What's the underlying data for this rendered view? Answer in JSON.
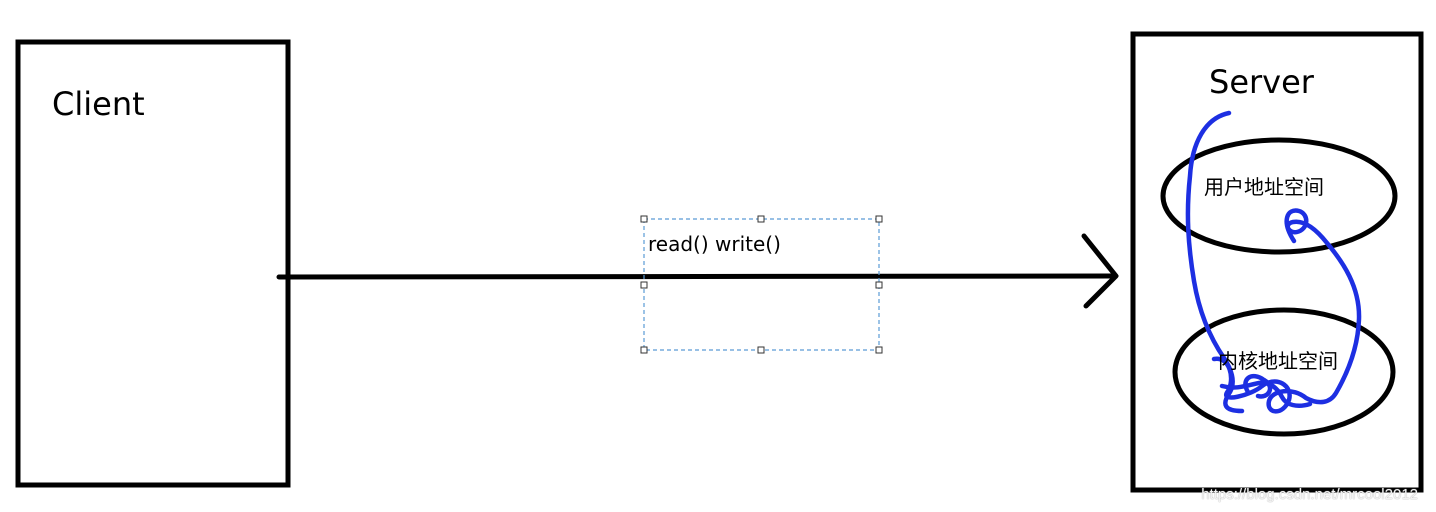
{
  "client": {
    "label": "Client"
  },
  "server": {
    "label": "Server",
    "user_space_label": "用户地址空间",
    "kernel_space_label": "内核地址空间"
  },
  "connection": {
    "label": "read() write()"
  },
  "watermark": {
    "text": "https://blog.csdn.net/mrcool2012"
  },
  "colors": {
    "stroke": "#000000",
    "annotation": "#1d2fe2",
    "selection": "#5a9bd5"
  }
}
